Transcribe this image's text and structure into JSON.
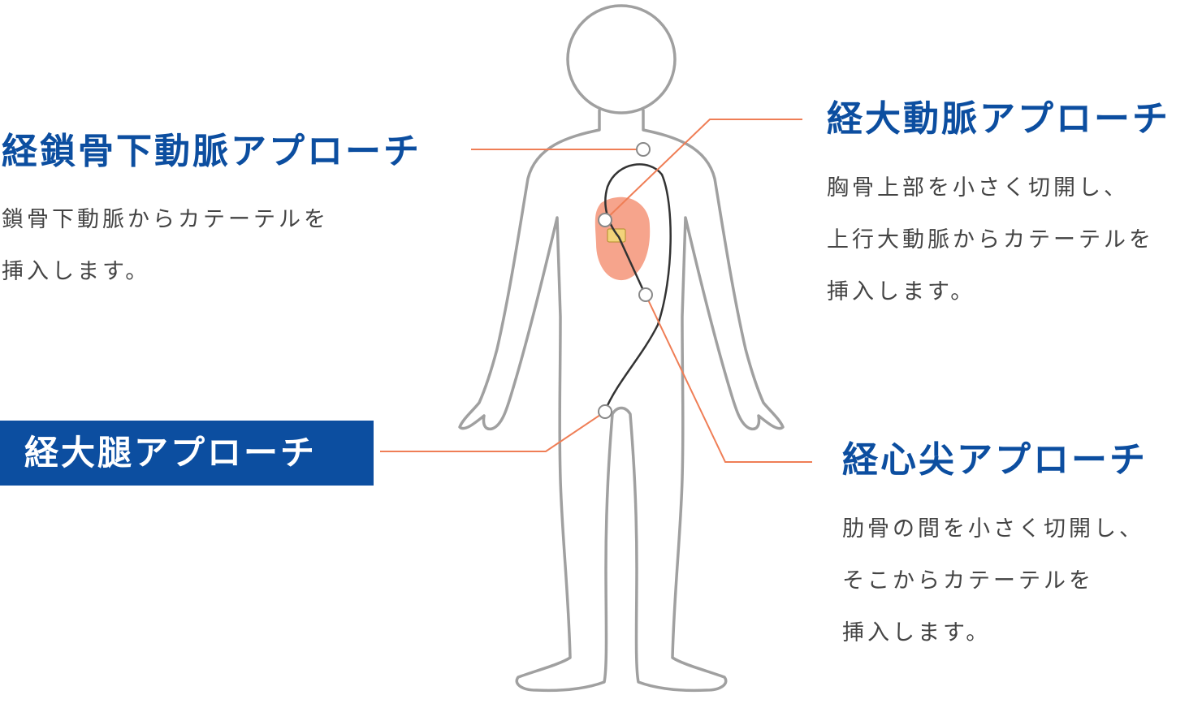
{
  "colors": {
    "title_blue": "#0c4ea0",
    "leader_line": "#ef7e56",
    "body_outline": "#9a9a9a",
    "heart": "#f4a08a",
    "catheter": "#333333"
  },
  "approaches": {
    "subclavian": {
      "title": "経鎖骨下動脈アプローチ",
      "lines": [
        "鎖骨下動脈からカテーテルを",
        "挿入します。"
      ]
    },
    "aortic": {
      "title": "経大動脈アプローチ",
      "lines": [
        "胸骨上部を小さく切開し、",
        "上行大動脈からカテーテルを",
        "挿入します。"
      ]
    },
    "femoral": {
      "title": "経大腿アプローチ"
    },
    "apical": {
      "title": "経心尖アプローチ",
      "lines": [
        "肋骨の間を小さく切開し、",
        "そこからカテーテルを",
        "挿入します。"
      ]
    }
  }
}
